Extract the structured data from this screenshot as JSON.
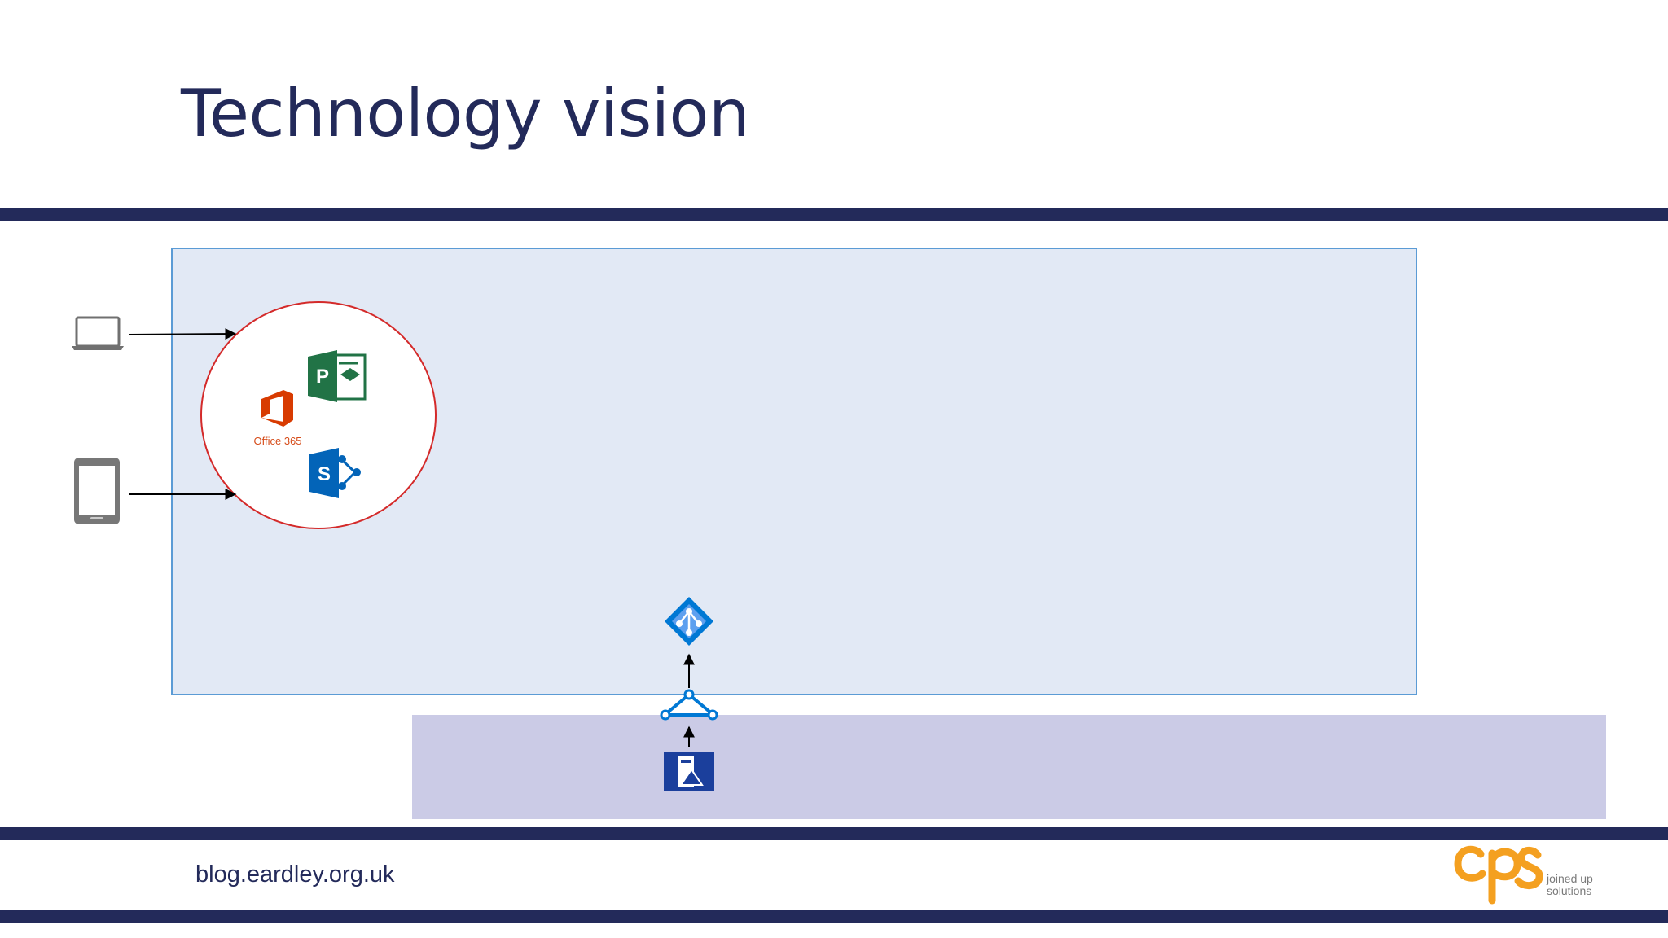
{
  "slide": {
    "title": "Technology vision",
    "footer_url": "blog.eardley.org.uk"
  },
  "office365": {
    "label": "Office 365",
    "project_letter": "P",
    "sharepoint_letter": "S"
  },
  "brand": {
    "logo_text": "cps",
    "tagline_line1": "joined up",
    "tagline_line2": "solutions"
  },
  "colors": {
    "navy": "#232a5a",
    "cloud_fill": "#e2e9f5",
    "cloud_border": "#5b9bd5",
    "onprem_fill": "#cbcbe6",
    "circle_border": "#d42a2a",
    "office_orange": "#d83b01",
    "project_green": "#217346",
    "sharepoint_blue": "#0364b8",
    "azure_blue": "#0078d4",
    "brand_orange": "#f4a020"
  },
  "icons": [
    "laptop-icon",
    "tablet-icon",
    "office-365-icon",
    "project-icon",
    "sharepoint-icon",
    "azure-ad-icon",
    "ad-connect-icon",
    "server-icon"
  ]
}
